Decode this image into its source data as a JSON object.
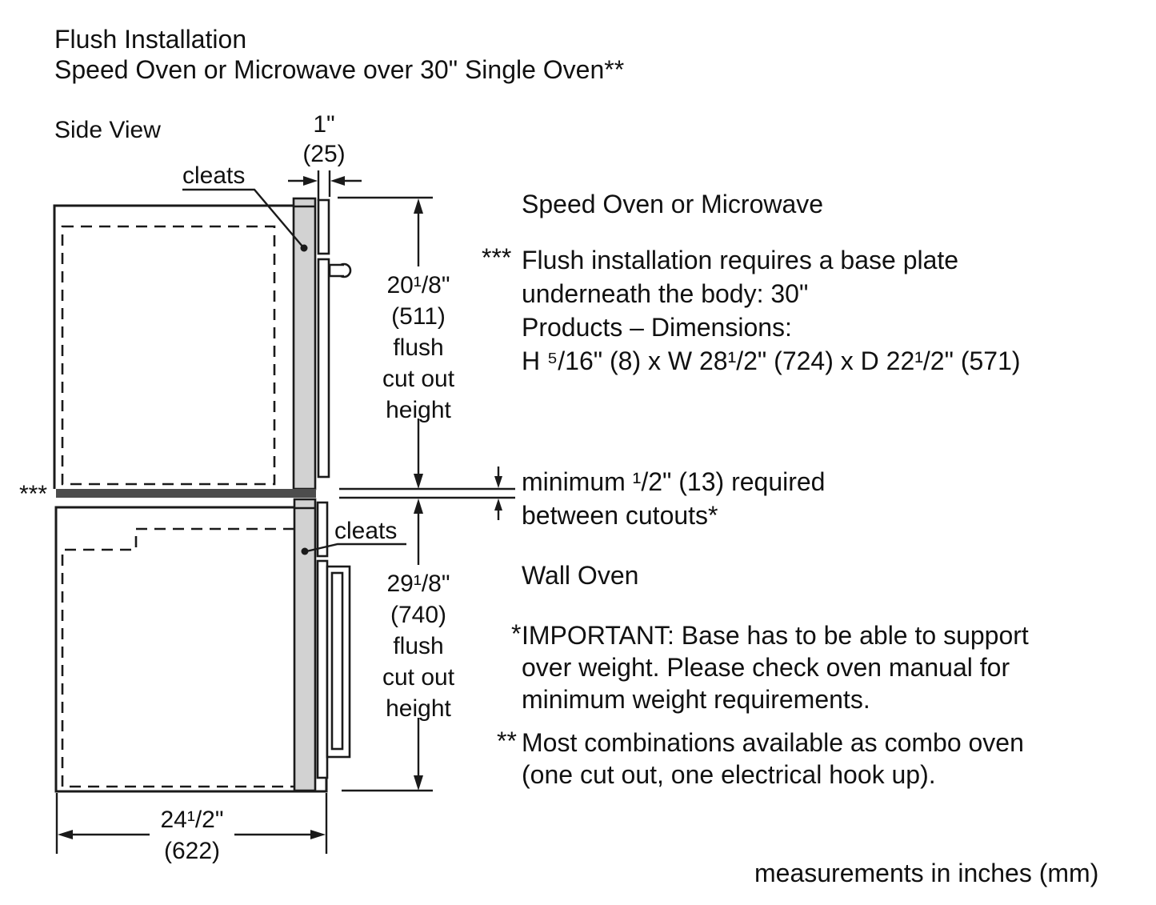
{
  "title": {
    "line1": "Flush Installation",
    "line2": "Speed Oven or Microwave over 30\" Single Oven**"
  },
  "side_view_label": "Side View",
  "diagram": {
    "top_gap_dim": {
      "inches": "1\"",
      "mm": "(25)"
    },
    "cleats_upper_label": "cleats",
    "cleats_lower_label": "cleats",
    "base_plate_marker": "***",
    "upper_cutout_dim": {
      "lines": [
        "20¹/8\"",
        "(511)",
        "flush",
        "cut out",
        "height"
      ]
    },
    "lower_cutout_dim": {
      "lines": [
        "29¹/8\"",
        "(740)",
        "flush",
        "cut out",
        "height"
      ]
    },
    "width_dim": {
      "inches": "24¹/2\"",
      "mm": "(622)"
    }
  },
  "notes": {
    "upper_heading": "Speed Oven or Microwave",
    "flush_note": {
      "marker": "***",
      "lines": [
        "Flush installation requires a base plate",
        "underneath the body: 30\"",
        "Products – Dimensions:",
        "H ⁵/16\" (8) x W 28¹/2\" (724) x D 22¹/2\" (571)"
      ]
    },
    "gap_note": {
      "lines": [
        "minimum ¹/2\" (13) required",
        "between cutouts*"
      ]
    },
    "lower_heading": "Wall Oven",
    "important_note": {
      "marker": "*",
      "lines": [
        "IMPORTANT: Base has to be able to support",
        "over weight. Please check oven manual for",
        "minimum weight requirements."
      ]
    },
    "combo_note": {
      "marker": "**",
      "lines": [
        "Most combinations available as combo oven",
        "(one cut out, one electrical hook up)."
      ]
    }
  },
  "footer": {
    "units_note": "measurements in inches (mm)"
  },
  "colors": {
    "ink": "#1a1a1a",
    "cleat_fill": "#d2d2d2",
    "base_plate_fill": "#4d4d4d",
    "background": "#ffffff"
  }
}
